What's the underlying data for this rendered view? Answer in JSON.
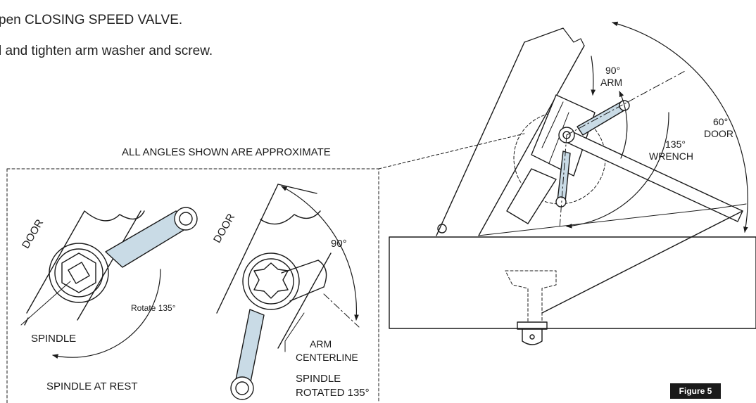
{
  "instructions": [
    "pen CLOSING SPEED VALVE.",
    "l and tighten arm washer and screw."
  ],
  "note": "ALL ANGLES SHOWN ARE APPROXIMATE",
  "left_detail": {
    "door_label": "DOOR",
    "rotate_label": "Rotate 135°",
    "spindle_label": "SPINDLE",
    "caption": "SPINDLE AT REST"
  },
  "middle_detail": {
    "door_label": "DOOR",
    "angle_label": "90°",
    "arm_label_1": "ARM",
    "arm_label_2": "CENTERLINE",
    "caption_1": "SPINDLE",
    "caption_2": "ROTATED 135°"
  },
  "right_detail": {
    "arm_angle": "90°",
    "arm_label": "ARM",
    "wrench_angle": "135°",
    "wrench_label": "WRENCH",
    "door_angle": "60°",
    "door_label": "DOOR"
  },
  "figure_label": "Figure 5",
  "colors": {
    "wrench_fill": "#c9dbe6",
    "line": "#1a1a1a",
    "badge": "#1a1a1a"
  }
}
